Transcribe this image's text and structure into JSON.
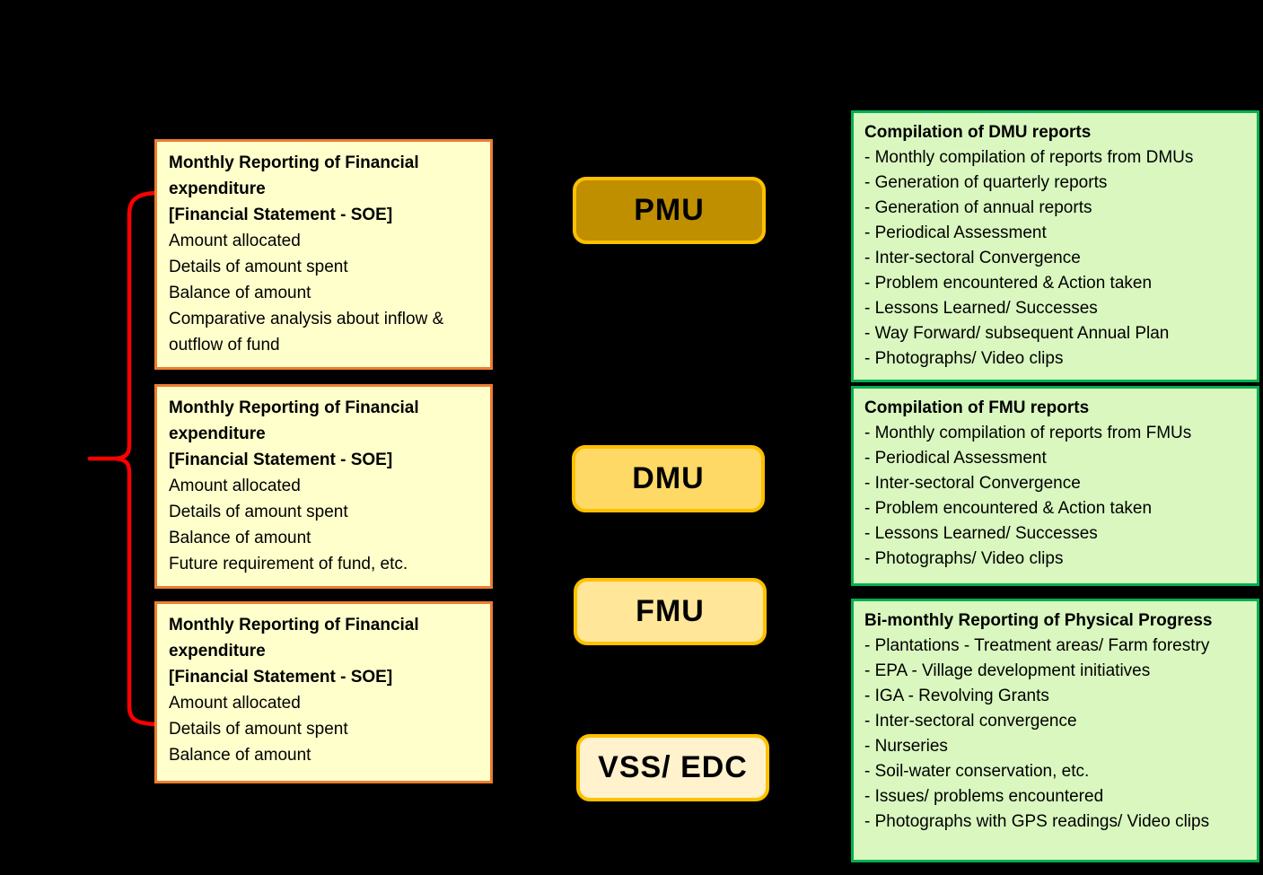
{
  "colors": {
    "background": "#000000",
    "left_box_fill": "#FFFFCC",
    "left_box_border": "#ED7D31",
    "node_border": "#FFC000",
    "right_box_fill": "#D9F7BF",
    "right_box_border": "#00B050",
    "brace": "#FF0000",
    "text": "#000000"
  },
  "left_boxes": [
    {
      "heading": "Monthly Reporting of Financial expenditure",
      "subheading": "[Financial Statement - SOE]",
      "items": [
        "Amount allocated",
        "Details of amount spent",
        "Balance of amount",
        "Comparative analysis about inflow & outflow of fund"
      ]
    },
    {
      "heading": "Monthly Reporting of Financial expenditure",
      "subheading": "[Financial Statement - SOE]",
      "items": [
        "Amount allocated",
        "Details of amount spent",
        "Balance of amount",
        "Future requirement of fund, etc."
      ]
    },
    {
      "heading": "Monthly Reporting of Financial expenditure",
      "subheading": "[Financial Statement - SOE]",
      "items": [
        "Amount allocated",
        "Details of amount spent",
        "Balance of amount"
      ]
    }
  ],
  "nodes": [
    {
      "label": "PMU",
      "fill": "#BF8F00"
    },
    {
      "label": "DMU",
      "fill": "#FFD966"
    },
    {
      "label": "FMU",
      "fill": "#FFE699"
    },
    {
      "label": "VSS/ EDC",
      "fill": "#FFF2CC"
    }
  ],
  "right_boxes": [
    {
      "title": "Compilation of DMU reports",
      "items": [
        "- Monthly compilation of reports from DMUs",
        "- Generation of quarterly reports",
        "- Generation of annual reports",
        "- Periodical Assessment",
        "- Inter-sectoral Convergence",
        "- Problem encountered & Action taken",
        "- Lessons Learned/ Successes",
        "- Way Forward/ subsequent Annual Plan",
        "- Photographs/ Video clips"
      ]
    },
    {
      "title": "Compilation of FMU reports",
      "items": [
        "- Monthly compilation of reports from FMUs",
        "- Periodical Assessment",
        "- Inter-sectoral Convergence",
        "- Problem encountered & Action taken",
        "- Lessons Learned/ Successes",
        "- Photographs/ Video clips"
      ]
    },
    {
      "title": "Bi-monthly Reporting of Physical Progress",
      "items": [
        "- Plantations - Treatment areas/ Farm forestry",
        "- EPA - Village development initiatives",
        "- IGA - Revolving Grants",
        "- Inter-sectoral convergence",
        "- Nurseries",
        "- Soil-water conservation, etc.",
        "- Issues/ problems encountered",
        "- Photographs with GPS readings/ Video clips"
      ]
    }
  ]
}
